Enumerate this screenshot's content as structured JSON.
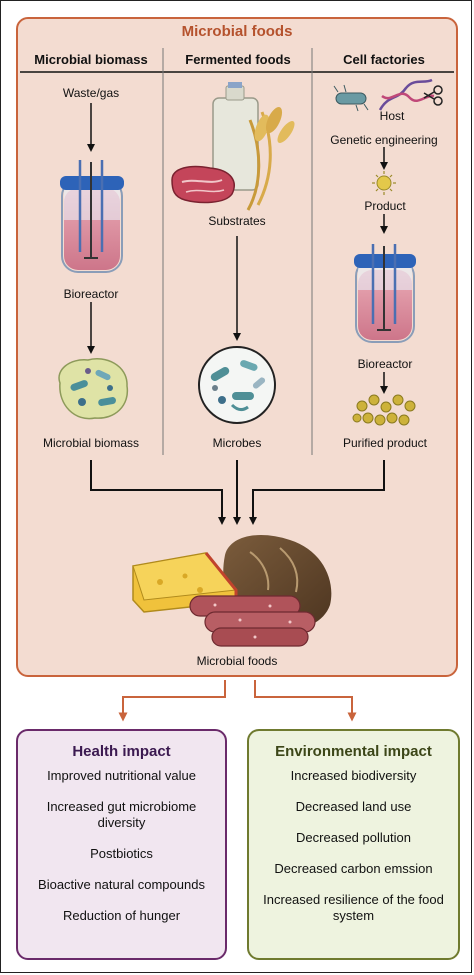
{
  "title": "Microbial foods",
  "columns": [
    {
      "heading": "Microbial biomass"
    },
    {
      "heading": "Fermented foods"
    },
    {
      "heading": "Cell factories"
    }
  ],
  "labels": {
    "waste_gas": "Waste/gas",
    "bioreactor_left": "Bioreactor",
    "microbial_biomass": "Microbial biomass",
    "substrates": "Substrates",
    "microbes": "Microbes",
    "host": "Host",
    "genetic_engineering": "Genetic engineering",
    "product": "Product",
    "bioreactor_right": "Bioreactor",
    "purified_product": "Purified product",
    "microbial_foods": "Microbial foods"
  },
  "health": {
    "title": "Health impact",
    "items": [
      "Improved nutritional value",
      "Increased gut microbiome diversity",
      "Postbiotics",
      "Bioactive natural compounds",
      "Reduction of hunger"
    ]
  },
  "environment": {
    "title": "Environmental impact",
    "items": [
      "Increased biodiversity",
      "Decreased land use",
      "Decreased pollution",
      "Decreased carbon emssion",
      "Increased resilience of the food system"
    ]
  },
  "colors": {
    "panel_bg": "#f3dcd1",
    "panel_border": "#c9643c",
    "title": "#b5522d",
    "health_border": "#6a2a6a",
    "env_border": "#6f7a2f"
  }
}
